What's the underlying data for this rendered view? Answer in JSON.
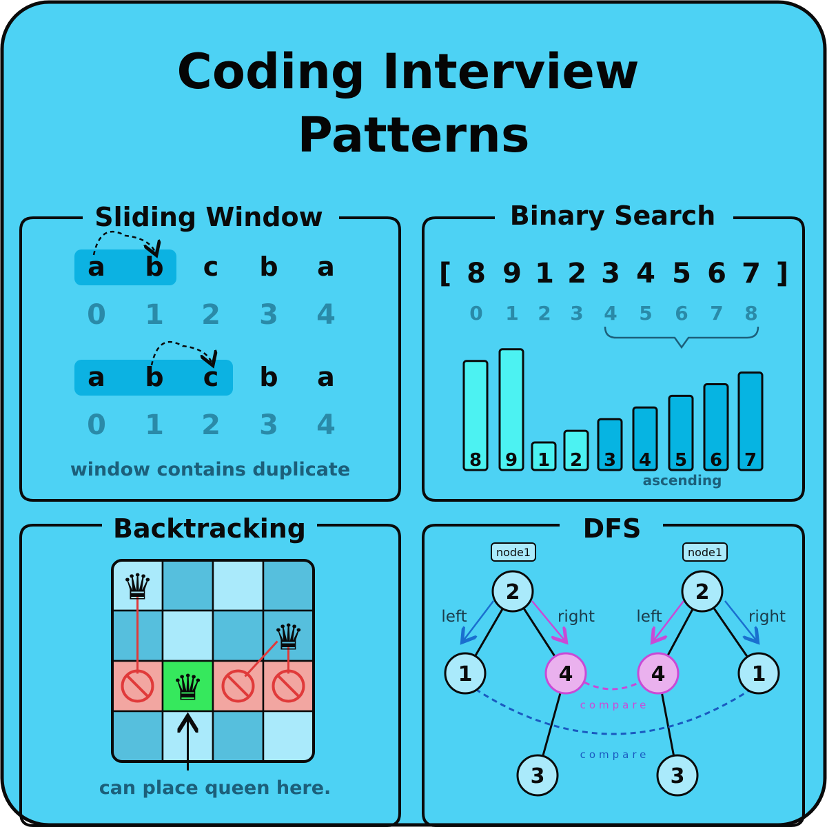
{
  "title_line1": "Coding Interview",
  "title_line2": "Patterns",
  "sliding_window": {
    "title": "Sliding Window",
    "letters": [
      "a",
      "b",
      "c",
      "b",
      "a"
    ],
    "indices": [
      "0",
      "1",
      "2",
      "3",
      "4"
    ],
    "caption": "window contains duplicate",
    "row1_window": [
      0,
      1
    ],
    "row2_window": [
      0,
      2
    ]
  },
  "binary_search": {
    "title": "Binary Search",
    "open_bracket": "[",
    "close_bracket": "]",
    "values": [
      "8",
      "9",
      "1",
      "2",
      "3",
      "4",
      "5",
      "6",
      "7"
    ],
    "indices": [
      "0",
      "1",
      "2",
      "3",
      "4",
      "5",
      "6",
      "7",
      "8"
    ],
    "bars": [
      8,
      9,
      1,
      2,
      3,
      4,
      5,
      6,
      7
    ],
    "ascending_label": "ascending",
    "ascending_from_index": 4
  },
  "backtracking": {
    "title": "Backtracking",
    "caption": "can place queen here.",
    "queen_glyph": "♛",
    "no_glyph": "⃠",
    "queens": [
      {
        "row": 0,
        "col": 0
      },
      {
        "row": 1,
        "col": 3
      },
      {
        "row": 2,
        "col": 1,
        "highlight": true
      }
    ],
    "blocked": [
      {
        "row": 2,
        "col": 0
      },
      {
        "row": 2,
        "col": 2
      },
      {
        "row": 2,
        "col": 3
      }
    ]
  },
  "dfs": {
    "title": "DFS",
    "tag": "node1",
    "left_label": "left",
    "right_label": "right",
    "compare_label": "compare",
    "tree1": {
      "root": "2",
      "left": "1",
      "right": "4",
      "right_child": "3"
    },
    "tree2": {
      "root": "2",
      "left": "4",
      "right": "1",
      "left_child": "3"
    }
  },
  "colors": {
    "background": "#4dd2f4",
    "ink": "#0a0a0a",
    "window": "#0cb2e2",
    "bar_light": "#4cf2f2",
    "bar_dark": "#06b4e2",
    "cell_light": "#aaeafb",
    "cell_dark": "#56bfdd",
    "cell_red": "#f2a6a1",
    "cell_green": "#36e85d",
    "red_line": "#e03a3a",
    "node_fill": "#aaeafb",
    "node_pink": "#eab1ee",
    "node_pink_stroke": "#c94ad6",
    "arrow_blue": "#1a6fcf",
    "arrow_purple": "#c94ad6",
    "compare_pink": "#c94ad6",
    "compare_blue": "#1a5ac0"
  }
}
